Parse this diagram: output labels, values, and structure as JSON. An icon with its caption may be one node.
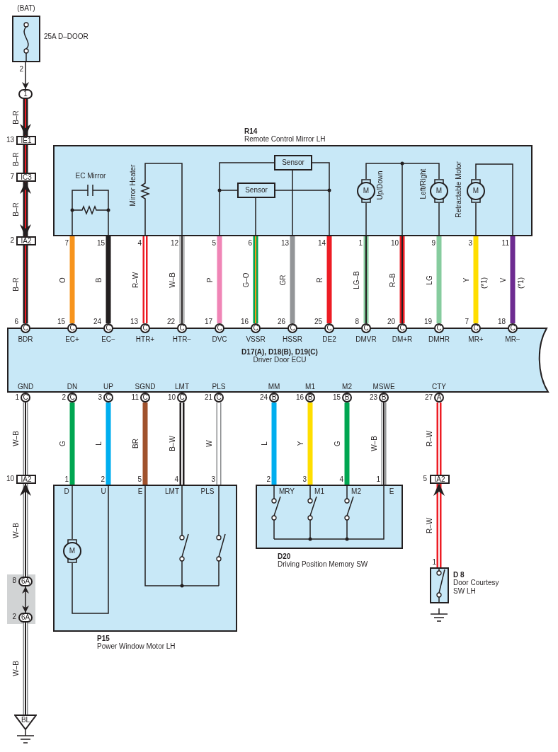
{
  "diagram": {
    "nodes": [
      {
        "text": [
          "(BAT)"
        ],
        "beside": [
          "25A D–DOOR"
        ]
      },
      {
        "text": [
          "1"
        ]
      },
      {
        "text": [
          "IE1"
        ],
        "beside": [
          "13"
        ]
      },
      {
        "text": [
          "IC3"
        ],
        "beside": [
          "7"
        ]
      },
      {
        "text": [
          "IA2"
        ],
        "beside": [
          "2"
        ]
      },
      {
        "text": [
          "R14",
          "Remote Control Mirror LH"
        ]
      },
      {
        "text": [
          "Sensor"
        ],
        "in": 5
      },
      {
        "text": [
          "Sensor"
        ],
        "in": 5
      },
      {
        "text": [
          "M"
        ],
        "in": 5,
        "beside": [
          "Up/Down"
        ]
      },
      {
        "text": [
          "M"
        ],
        "in": 5,
        "beside": [
          "Left/Right"
        ]
      },
      {
        "text": [
          "M"
        ],
        "in": 5,
        "beside": [
          "Retractable Motor"
        ]
      },
      {
        "text": [
          "D17(A), D18(B), D19(C)",
          "Driver Door ECU"
        ]
      },
      {
        "text": [
          "C"
        ],
        "beside": [
          "6",
          "BDR"
        ]
      },
      {
        "text": [
          "C"
        ],
        "beside": [
          "15",
          "EC+"
        ]
      },
      {
        "text": [
          "C"
        ],
        "beside": [
          "24",
          "EC−"
        ]
      },
      {
        "text": [
          "C"
        ],
        "beside": [
          "13",
          "HTR+"
        ]
      },
      {
        "text": [
          "C"
        ],
        "beside": [
          "22",
          "HTR−"
        ]
      },
      {
        "text": [
          "C"
        ],
        "beside": [
          "17",
          "DVC"
        ]
      },
      {
        "text": [
          "C"
        ],
        "beside": [
          "16",
          "VSSR"
        ]
      },
      {
        "text": [
          "C"
        ],
        "beside": [
          "26",
          "HSSR"
        ]
      },
      {
        "text": [
          "C"
        ],
        "beside": [
          "25",
          "DE2"
        ]
      },
      {
        "text": [
          "C"
        ],
        "beside": [
          "8",
          "DMVR"
        ]
      },
      {
        "text": [
          "C"
        ],
        "beside": [
          "20",
          "DM+R"
        ]
      },
      {
        "text": [
          "C"
        ],
        "beside": [
          "19",
          "DMHR"
        ]
      },
      {
        "text": [
          "C"
        ],
        "beside": [
          "7",
          "MR+"
        ]
      },
      {
        "text": [
          "C"
        ],
        "beside": [
          "18",
          "MR−"
        ]
      },
      {
        "text": [
          "C"
        ],
        "beside": [
          "1",
          "GND"
        ]
      },
      {
        "text": [
          "C"
        ],
        "beside": [
          "2",
          "DN"
        ]
      },
      {
        "text": [
          "C"
        ],
        "beside": [
          "3",
          "UP"
        ]
      },
      {
        "text": [
          "C"
        ],
        "beside": [
          "11",
          "SGND"
        ]
      },
      {
        "text": [
          "C"
        ],
        "beside": [
          "10",
          "LMT"
        ]
      },
      {
        "text": [
          "C"
        ],
        "beside": [
          "21",
          "PLS"
        ]
      },
      {
        "text": [
          "B"
        ],
        "beside": [
          "24",
          "MM"
        ]
      },
      {
        "text": [
          "B"
        ],
        "beside": [
          "16",
          "M1"
        ]
      },
      {
        "text": [
          "B"
        ],
        "beside": [
          "15",
          "M2"
        ]
      },
      {
        "text": [
          "B"
        ],
        "beside": [
          "23",
          "MSWE"
        ]
      },
      {
        "text": [
          "A"
        ],
        "beside": [
          "27",
          "CTY"
        ]
      },
      {
        "text": [
          "IA2"
        ],
        "beside": [
          "10"
        ]
      },
      {
        "text": [
          "6A"
        ],
        "beside": [
          "8"
        ]
      },
      {
        "text": [
          "6A"
        ],
        "beside": [
          "2"
        ]
      },
      {
        "text": [
          "BL"
        ]
      },
      {
        "text": [
          "P15",
          "Power Window Motor LH"
        ]
      },
      {
        "text": [
          "M"
        ],
        "in": 41
      },
      {
        "text": [
          "D20",
          "Driving Position Memory SW"
        ]
      },
      {
        "text": [
          "IA2"
        ],
        "beside": [
          "5"
        ]
      },
      {
        "text": [
          "D 8",
          "Door Courtesy SW LH"
        ]
      }
    ],
    "edges": [
      {
        "from": 0,
        "to": 1,
        "arrow": "to"
      },
      {
        "from": 1,
        "to": 2,
        "arrow": "to",
        "label": "B–R",
        "color": "#231f20"
      },
      {
        "from": 2,
        "to": 3,
        "arrow": "none",
        "label": "B–R",
        "color": "#231f20"
      },
      {
        "from": 3,
        "to": 4,
        "arrow": "both",
        "label": "B–R",
        "color": "#231f20"
      },
      {
        "from": 4,
        "to": 12,
        "arrow": "none",
        "label": "B–R",
        "color": "#231f20"
      },
      {
        "from": 5,
        "to": 13,
        "arrow": "none",
        "label": "O",
        "color": "#f7941d"
      },
      {
        "from": 5,
        "to": 14,
        "arrow": "none",
        "label": "B",
        "color": "#231f20"
      },
      {
        "from": 5,
        "to": 15,
        "arrow": "none",
        "label": "R–W",
        "color": "#ed1c24"
      },
      {
        "from": 5,
        "to": 16,
        "arrow": "none",
        "label": "W–B",
        "color": "#ffffff"
      },
      {
        "from": 5,
        "to": 17,
        "arrow": "none",
        "label": "P",
        "color": "#f085b6"
      },
      {
        "from": 5,
        "to": 18,
        "arrow": "none",
        "label": "G–O",
        "color": "#00a651"
      },
      {
        "from": 5,
        "to": 19,
        "arrow": "none",
        "label": "GR",
        "color": "#939598"
      },
      {
        "from": 5,
        "to": 20,
        "arrow": "none",
        "label": "R",
        "color": "#ed1c24"
      },
      {
        "from": 5,
        "to": 21,
        "arrow": "none",
        "label": "LG–B",
        "color": "#86cc9e"
      },
      {
        "from": 5,
        "to": 22,
        "arrow": "none",
        "label": "R–B",
        "color": "#ed1c24"
      },
      {
        "from": 5,
        "to": 23,
        "arrow": "none",
        "label": "LG",
        "color": "#86cc9e"
      },
      {
        "from": 5,
        "to": 24,
        "arrow": "none",
        "label": "Y",
        "color": "#ffde00"
      },
      {
        "from": 5,
        "to": 25,
        "arrow": "none",
        "label": "V",
        "color": "#6e2c91"
      },
      {
        "from": 26,
        "to": 37,
        "arrow": "none",
        "label": "W–B",
        "color": "#ffffff"
      },
      {
        "from": 38,
        "to": 37,
        "arrow": "to",
        "label": "W–B",
        "color": "#ffffff"
      },
      {
        "from": 38,
        "to": 39,
        "arrow": "both"
      },
      {
        "from": 39,
        "to": 40,
        "arrow": "none",
        "label": "W–B",
        "color": "#ffffff"
      },
      {
        "from": 27,
        "to": 41,
        "arrow": "none",
        "label": "G",
        "color": "#00a651"
      },
      {
        "from": 28,
        "to": 41,
        "arrow": "none",
        "label": "L",
        "color": "#00aeef"
      },
      {
        "from": 29,
        "to": 41,
        "arrow": "none",
        "label": "BR",
        "color": "#a0522d"
      },
      {
        "from": 30,
        "to": 41,
        "arrow": "none",
        "label": "B–W",
        "color": "#231f20"
      },
      {
        "from": 31,
        "to": 41,
        "arrow": "none",
        "label": "W",
        "color": "#ffffff"
      },
      {
        "from": 32,
        "to": 43,
        "arrow": "none",
        "label": "L",
        "color": "#00aeef"
      },
      {
        "from": 33,
        "to": 43,
        "arrow": "none",
        "label": "Y",
        "color": "#ffde00"
      },
      {
        "from": 34,
        "to": 43,
        "arrow": "none",
        "label": "G",
        "color": "#00a651"
      },
      {
        "from": 35,
        "to": 43,
        "arrow": "none",
        "label": "W–B",
        "color": "#ffffff"
      },
      {
        "from": 36,
        "to": 44,
        "arrow": "none",
        "label": "R–W",
        "color": "#ed1c24"
      },
      {
        "from": 45,
        "to": 44,
        "arrow": "to",
        "label": "R–W",
        "color": "#ed1c24"
      }
    ],
    "labels": [
      "2",
      "EC Mirror",
      "Mirror Heater",
      "7",
      "15",
      "4",
      "12",
      "5",
      "6",
      "13",
      "14",
      "1",
      "10",
      "9",
      "3",
      "11",
      "(*1)",
      "(*1)",
      "1",
      "2",
      "5",
      "4",
      "3",
      "2",
      "3",
      "4",
      "1",
      "1",
      "D",
      "U",
      "E",
      "LMT",
      "PLS",
      "MRY",
      "M1",
      "M2",
      "E"
    ]
  }
}
